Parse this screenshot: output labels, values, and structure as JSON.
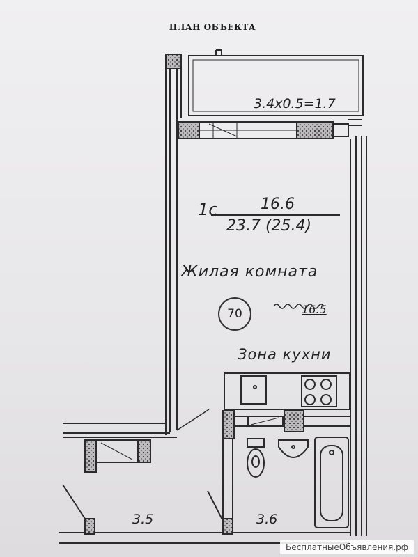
{
  "document": {
    "title": "ПЛАН ОБЪЕКТА"
  },
  "plan": {
    "balcony_dimension": "3.4x0.5=1.7",
    "room_type": "1с",
    "living_area": "16.6",
    "total_area": "23.7 (25.4)",
    "room_name": "Жилая комната",
    "room_number": "70",
    "height_mark": "16.5",
    "kitchen_zone": "Зона кухни",
    "dimension_left": "3.5",
    "dimension_right": "3.6"
  },
  "watermark": {
    "text": "БесплатныеОбъявления.рф"
  }
}
